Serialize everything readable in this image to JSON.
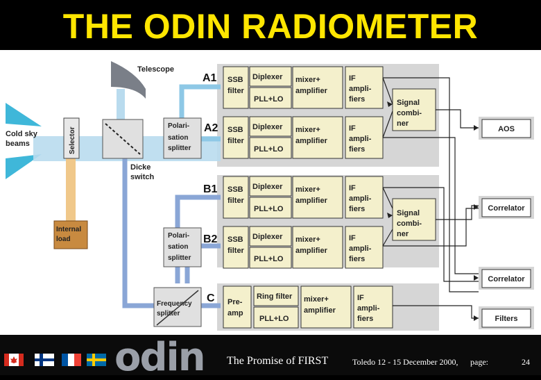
{
  "title": "THE ODIN RADIOMETER",
  "labels": {
    "telescope": "Telescope",
    "cold_sky_line1": "Cold sky",
    "cold_sky_line2": "beams",
    "selector": "Selector",
    "dicke_line1": "Dicke",
    "dicke_line2": "switch",
    "internal_load_line1": "Internal",
    "internal_load_line2": "load",
    "polarisation_line1": "Polari-",
    "polarisation_line2": "sation",
    "polarisation_line3": "splitter",
    "freq_splitter_line1": "Frequency",
    "freq_splitter_line2": "splitter"
  },
  "channels": [
    "A1",
    "A2",
    "B1",
    "B2",
    "C"
  ],
  "blocks": {
    "ssb_line1": "SSB",
    "ssb_line2": "filter",
    "diplexer": "Diplexer",
    "pll_lo": "PLL+LO",
    "mixer_line1": "mixer+",
    "mixer_line2": "amplifier",
    "if_line1": "IF",
    "if_line2": "ampli-",
    "if_line3": "fiers",
    "preamp_line1": "Pre-",
    "preamp_line2": "amp",
    "ring_filter": "Ring filter",
    "combiner_line1": "Signal",
    "combiner_line2": "combi-",
    "combiner_line3": "ner"
  },
  "outputs": [
    "AOS",
    "Correlator",
    "Correlator",
    "Filters"
  ],
  "footer": {
    "logo": "odin",
    "main": "The Promise of FIRST",
    "event": "Toledo 12 - 15 December 2000,",
    "page_label": "page:",
    "page_number": "24"
  },
  "flags": [
    "canada-flag",
    "finland-flag",
    "france-flag",
    "sweden-flag"
  ],
  "colors": {
    "title": "#ffe600",
    "beam": "#8ec8e6",
    "signal_line": "#8aa6d6",
    "block_fill": "#f4f0cc",
    "group_fill": "#d6d6d6",
    "internal_load": "#c88a40"
  }
}
